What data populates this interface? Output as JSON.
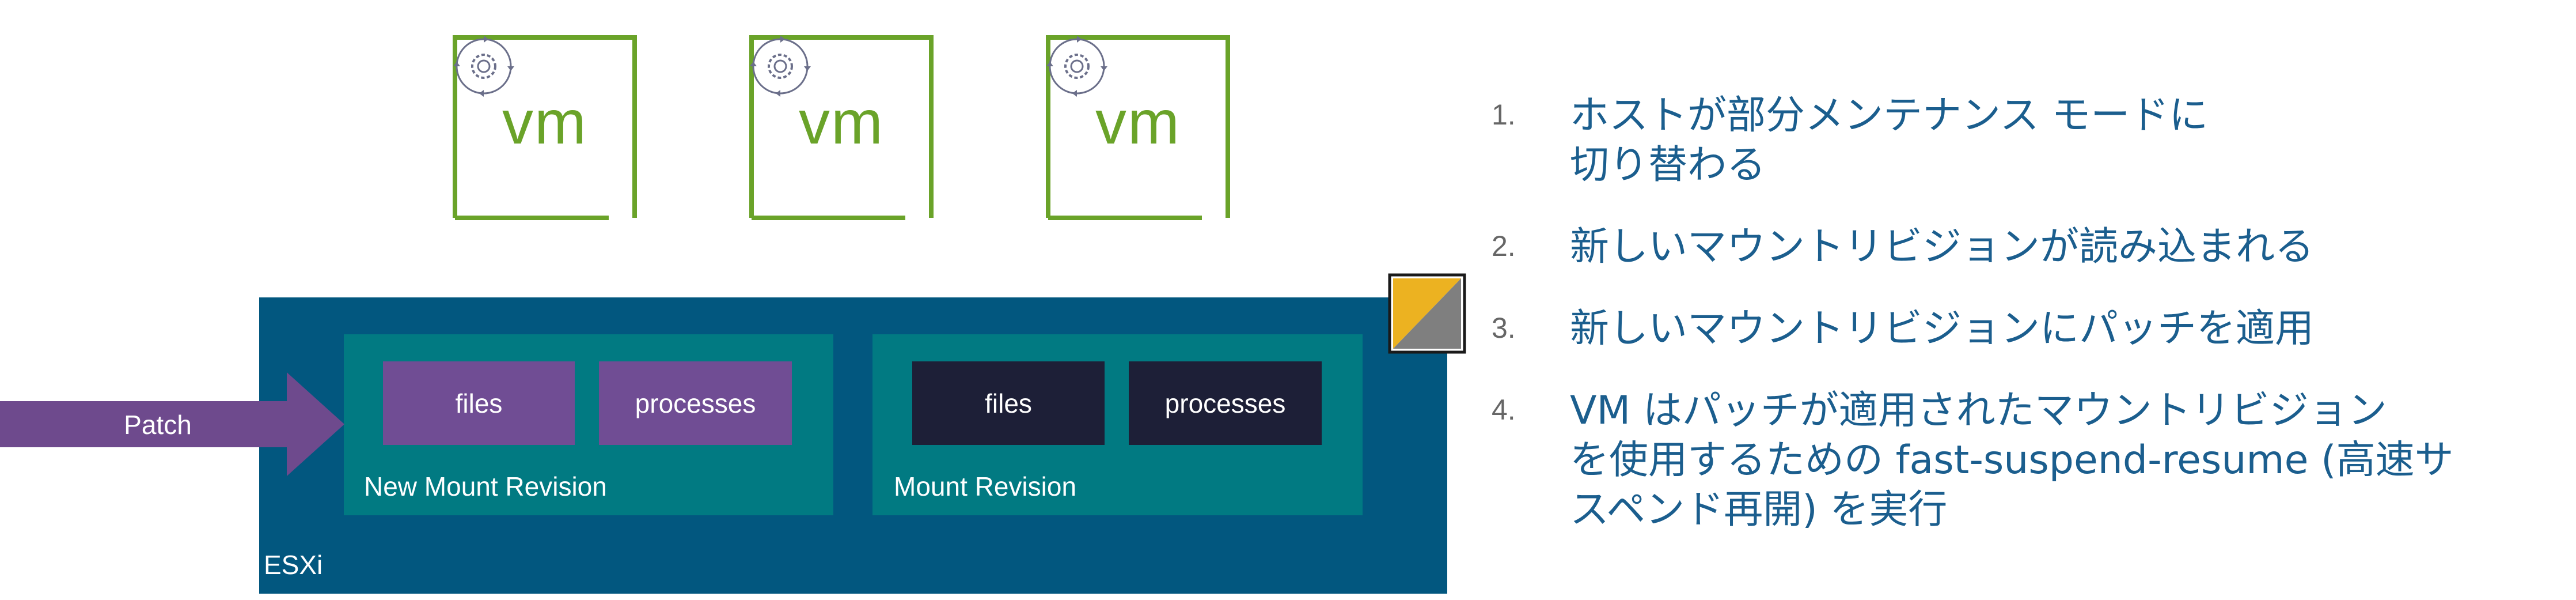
{
  "vms": [
    {
      "label": "vm",
      "icon": "vm-gear-icon"
    },
    {
      "label": "vm",
      "icon": "vm-gear-icon"
    },
    {
      "label": "vm",
      "icon": "vm-gear-icon"
    }
  ],
  "host": {
    "label": "ESXi",
    "new_revision": {
      "label": "New Mount Revision",
      "files": "files",
      "processes": "processes"
    },
    "mount_revision": {
      "label": "Mount Revision",
      "files": "files",
      "processes": "processes"
    }
  },
  "patch": {
    "label": "Patch"
  },
  "steps": [
    {
      "num": "1.",
      "line1": "ホストが部分メンテナンス モードに",
      "line2": "切り替わる"
    },
    {
      "num": "2.",
      "line1": "新しいマウントリビジョンが読み込まれる"
    },
    {
      "num": "3.",
      "line1": "新しいマウントリビジョンにパッチを適用"
    },
    {
      "num": "4.",
      "line1": "VM はパッチが適用されたマウントリビジョン",
      "line2": "を使用するための fast-suspend-resume (高速サ",
      "line3": "スペンド再開) を実行"
    }
  ],
  "colors": {
    "vm_green": "#6aa329",
    "host_blue": "#02577f",
    "revision_teal": "#017a82",
    "new_chip_purple": "#704d94",
    "old_chip_navy": "#1d1f37",
    "arrow_purple": "#6e4a8d",
    "indicator_yellow": "#ecb221",
    "indicator_gray": "#7f7f7f",
    "step_text_blue": "#1b5e8e"
  }
}
